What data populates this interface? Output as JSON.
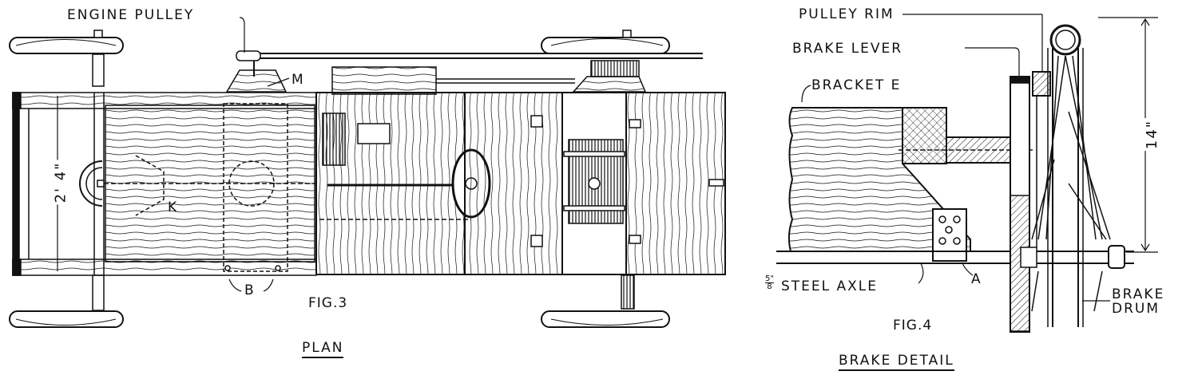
{
  "figures": [
    {
      "id": "fig3",
      "figure_label": "FIG.3",
      "caption": "PLAN",
      "labels": {
        "engine_pulley": "ENGINE PULLEY",
        "m": "M",
        "k": "K",
        "b": "B",
        "width_dimension": "2' 4\""
      }
    },
    {
      "id": "fig4",
      "figure_label": "FIG.4",
      "caption": "BRAKE DETAIL",
      "labels": {
        "pulley_rim": "PULLEY RIM",
        "brake_lever": "BRAKE LEVER",
        "bracket_e": "BRACKET E",
        "steel_axle_fraction_num": "5\"",
        "steel_axle_fraction_den": "8",
        "steel_axle": "STEEL AXLE",
        "a": "A",
        "brake_drum_line1": "BRAKE",
        "brake_drum_line2": "DRUM",
        "diameter_dimension": "14\""
      }
    }
  ],
  "colors": {
    "ink": "#111111",
    "paper": "#ffffff"
  }
}
